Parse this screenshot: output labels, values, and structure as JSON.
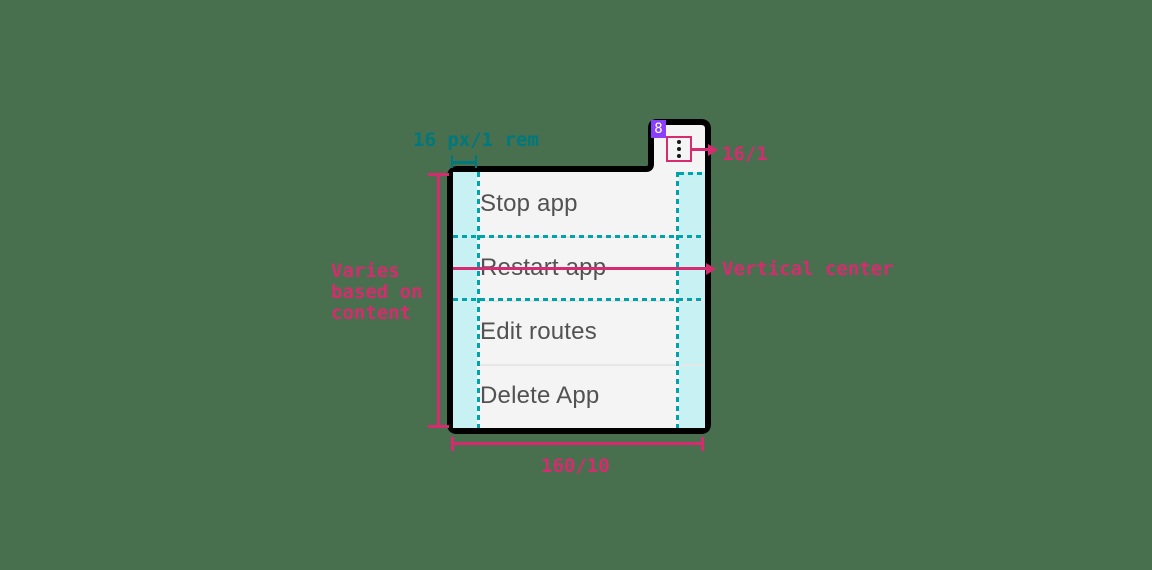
{
  "component": {
    "type": "overflow-menu-spec",
    "overflow_button": {
      "badge": "8",
      "icon": "overflow-menu-vertical"
    },
    "menu": {
      "items": [
        {
          "label": "Stop app"
        },
        {
          "label": "Restart app"
        },
        {
          "label": "Edit routes"
        },
        {
          "label": "Delete App"
        }
      ]
    }
  },
  "annotations": {
    "padding": "16 px/1 rem",
    "icon_size": "16/1",
    "height": "Varies based on content",
    "vertical_center": "Vertical center",
    "width": "160/10"
  },
  "colors": {
    "background": "#48704f",
    "annotation_pink": "#d62b6e",
    "annotation_teal": "#00787d",
    "spacing_dash_teal": "#00a3aa",
    "spacing_fill_cyan": "#c7f1f2",
    "badge_purple": "#8a3ffc",
    "menu_background": "#f4f4f4",
    "menu_text": "#525252",
    "outline_black": "#000000"
  }
}
